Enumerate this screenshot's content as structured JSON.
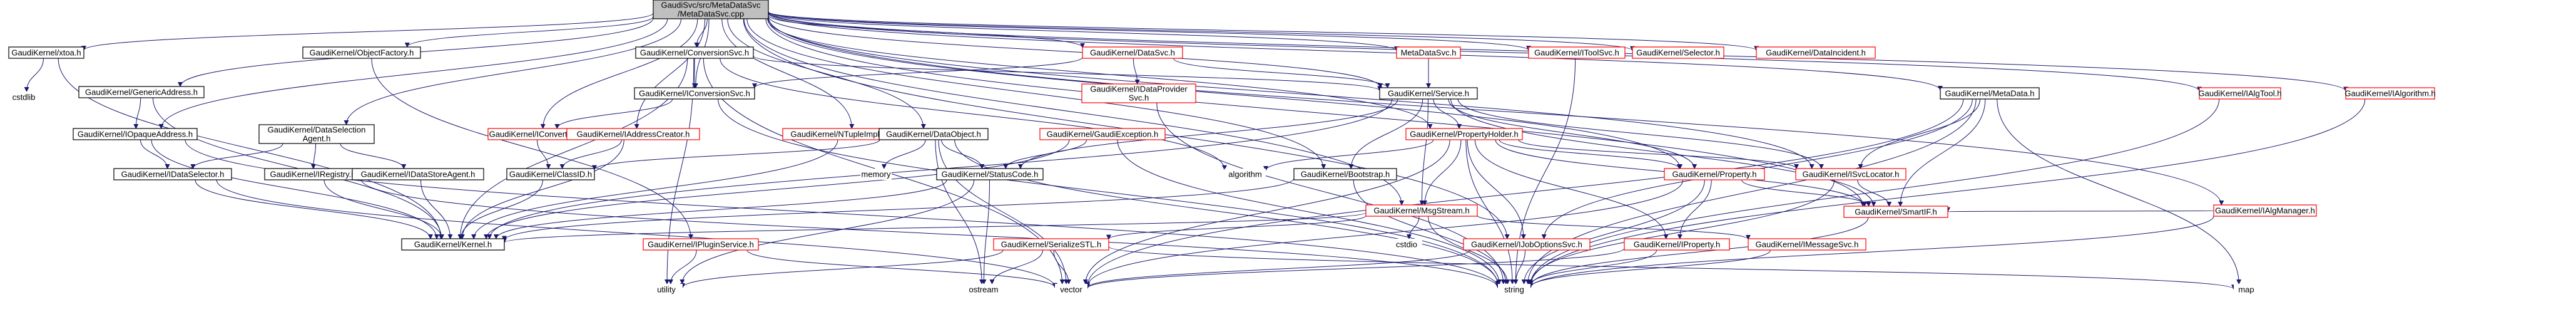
{
  "diagram": {
    "colors": {
      "edge": "#191970",
      "border_black": "#000000",
      "border_red": "#ff0000",
      "root_fill": "#bfbfbf",
      "node_fill": "#ffffff"
    },
    "nodes": [
      {
        "id": "root",
        "lines": [
          "GaudiSvc/src/MetaDataSvc",
          "/MetaDataSvc.cpp"
        ],
        "border": "black",
        "root": true
      },
      {
        "id": "xtoa",
        "lines": [
          "GaudiKernel/xtoa.h"
        ],
        "border": "black"
      },
      {
        "id": "cstdlib",
        "lines": [
          "cstdlib"
        ],
        "border": "none"
      },
      {
        "id": "genaddr",
        "lines": [
          "GaudiKernel/GenericAddress.h"
        ],
        "border": "black"
      },
      {
        "id": "opaque",
        "lines": [
          "GaudiKernel/IOpaqueAddress.h"
        ],
        "border": "black"
      },
      {
        "id": "idatasel",
        "lines": [
          "GaudiKernel/IDataSelector.h"
        ],
        "border": "black"
      },
      {
        "id": "kernel",
        "lines": [
          "GaudiKernel/Kernel.h"
        ],
        "border": "black"
      },
      {
        "id": "objfact",
        "lines": [
          "GaudiKernel/ObjectFactory.h"
        ],
        "border": "black"
      },
      {
        "id": "dsagent",
        "lines": [
          "GaudiKernel/DataSelection",
          "Agent.h"
        ],
        "border": "black"
      },
      {
        "id": "iregistry",
        "lines": [
          "GaudiKernel/IRegistry.h"
        ],
        "border": "black"
      },
      {
        "id": "idsagent",
        "lines": [
          "GaudiKernel/IDataStoreAgent.h"
        ],
        "border": "black"
      },
      {
        "id": "convsvc",
        "lines": [
          "GaudiKernel/ConversionSvc.h"
        ],
        "border": "black"
      },
      {
        "id": "iconvsvc",
        "lines": [
          "GaudiKernel/IConversionSvc.h"
        ],
        "border": "black"
      },
      {
        "id": "iconverter",
        "lines": [
          "GaudiKernel/IConverter.h"
        ],
        "border": "red"
      },
      {
        "id": "iaddrcreator",
        "lines": [
          "GaudiKernel/IAddressCreator.h"
        ],
        "border": "red"
      },
      {
        "id": "classid",
        "lines": [
          "GaudiKernel/ClassID.h"
        ],
        "border": "black"
      },
      {
        "id": "ipluginsvc",
        "lines": [
          "GaudiKernel/IPluginService.h"
        ],
        "border": "red"
      },
      {
        "id": "utility",
        "lines": [
          "utility"
        ],
        "border": "none"
      },
      {
        "id": "ntuple",
        "lines": [
          "GaudiKernel/NTupleImplementation.h"
        ],
        "border": "red"
      },
      {
        "id": "memory",
        "lines": [
          "memory"
        ],
        "border": "none"
      },
      {
        "id": "dataobj",
        "lines": [
          "GaudiKernel/DataObject.h"
        ],
        "border": "black"
      },
      {
        "id": "statuscode",
        "lines": [
          "GaudiKernel/StatusCode.h"
        ],
        "border": "black"
      },
      {
        "id": "ostream",
        "lines": [
          "ostream"
        ],
        "border": "none"
      },
      {
        "id": "datasvc",
        "lines": [
          "GaudiKernel/DataSvc.h"
        ],
        "border": "red"
      },
      {
        "id": "idataprov",
        "lines": [
          "GaudiKernel/IDataProvider",
          "Svc.h"
        ],
        "border": "red"
      },
      {
        "id": "gaudiexc",
        "lines": [
          "GaudiKernel/GaudiException.h"
        ],
        "border": "red"
      },
      {
        "id": "serialize",
        "lines": [
          "GaudiKernel/SerializeSTL.h"
        ],
        "border": "red"
      },
      {
        "id": "vector",
        "lines": [
          "vector"
        ],
        "border": "none"
      },
      {
        "id": "algorithm",
        "lines": [
          "algorithm"
        ],
        "border": "none"
      },
      {
        "id": "metadatasvch",
        "lines": [
          "MetaDataSvc.h"
        ],
        "border": "red"
      },
      {
        "id": "service",
        "lines": [
          "GaudiKernel/Service.h"
        ],
        "border": "black"
      },
      {
        "id": "bootstrap",
        "lines": [
          "GaudiKernel/Bootstrap.h"
        ],
        "border": "black"
      },
      {
        "id": "propholder",
        "lines": [
          "GaudiKernel/PropertyHolder.h"
        ],
        "border": "red"
      },
      {
        "id": "msgstream",
        "lines": [
          "GaudiKernel/MsgStream.h"
        ],
        "border": "red"
      },
      {
        "id": "cstdio",
        "lines": [
          "cstdio"
        ],
        "border": "none"
      },
      {
        "id": "ijoboptsvc",
        "lines": [
          "GaudiKernel/IJobOptionsSvc.h"
        ],
        "border": "red"
      },
      {
        "id": "string",
        "lines": [
          "string"
        ],
        "border": "none"
      },
      {
        "id": "property",
        "lines": [
          "GaudiKernel/Property.h"
        ],
        "border": "red"
      },
      {
        "id": "iproperty",
        "lines": [
          "GaudiKernel/IProperty.h"
        ],
        "border": "red"
      },
      {
        "id": "imessagesvc",
        "lines": [
          "GaudiKernel/IMessageSvc.h"
        ],
        "border": "red"
      },
      {
        "id": "isvclocator",
        "lines": [
          "GaudiKernel/ISvcLocator.h"
        ],
        "border": "red"
      },
      {
        "id": "smartif",
        "lines": [
          "GaudiKernel/SmartIF.h"
        ],
        "border": "red"
      },
      {
        "id": "itoolsvc",
        "lines": [
          "GaudiKernel/IToolSvc.h"
        ],
        "border": "red"
      },
      {
        "id": "iselector",
        "lines": [
          "GaudiKernel/Selector.h"
        ],
        "border": "red"
      },
      {
        "id": "dataincident",
        "lines": [
          "GaudiKernel/DataIncident.h"
        ],
        "border": "red"
      },
      {
        "id": "metadatah",
        "lines": [
          "GaudiKernel/MetaData.h"
        ],
        "border": "black"
      },
      {
        "id": "ialgtool",
        "lines": [
          "GaudiKernel/IAlgTool.h"
        ],
        "border": "red"
      },
      {
        "id": "ialgorithm",
        "lines": [
          "GaudiKernel/IAlgorithm.h"
        ],
        "border": "red"
      },
      {
        "id": "ialgmanager",
        "lines": [
          "GaudiKernel/IAlgManager.h"
        ],
        "border": "red"
      },
      {
        "id": "map",
        "lines": [
          "map"
        ],
        "border": "none"
      }
    ],
    "edges": [
      [
        "root",
        "xtoa"
      ],
      [
        "root",
        "genaddr"
      ],
      [
        "root",
        "objfact"
      ],
      [
        "root",
        "dsagent"
      ],
      [
        "root",
        "convsvc"
      ],
      [
        "root",
        "iconvsvc"
      ],
      [
        "root",
        "iconverter"
      ],
      [
        "root",
        "iaddrcreator"
      ],
      [
        "root",
        "ntuple"
      ],
      [
        "root",
        "dataobj"
      ],
      [
        "root",
        "datasvc"
      ],
      [
        "root",
        "metadatasvch"
      ],
      [
        "root",
        "service"
      ],
      [
        "root",
        "bootstrap"
      ],
      [
        "root",
        "propholder"
      ],
      [
        "root",
        "property"
      ],
      [
        "root",
        "msgstream"
      ],
      [
        "root",
        "isvclocator"
      ],
      [
        "root",
        "itoolsvc"
      ],
      [
        "root",
        "iselector"
      ],
      [
        "root",
        "dataincident"
      ],
      [
        "root",
        "metadatah"
      ],
      [
        "root",
        "ialgtool"
      ],
      [
        "root",
        "ialgorithm"
      ],
      [
        "root",
        "ialgmanager"
      ],
      [
        "root",
        "smartif"
      ],
      [
        "root",
        "opaque"
      ],
      [
        "root",
        "ijoboptsvc"
      ],
      [
        "xtoa",
        "cstdlib"
      ],
      [
        "xtoa",
        "kernel"
      ],
      [
        "genaddr",
        "opaque"
      ],
      [
        "genaddr",
        "kernel"
      ],
      [
        "opaque",
        "idatasel"
      ],
      [
        "opaque",
        "kernel"
      ],
      [
        "opaque",
        "string"
      ],
      [
        "idatasel",
        "kernel"
      ],
      [
        "idatasel",
        "vector"
      ],
      [
        "objfact",
        "ipluginsvc"
      ],
      [
        "dsagent",
        "iregistry"
      ],
      [
        "dsagent",
        "idsagent"
      ],
      [
        "dsagent",
        "idatasel"
      ],
      [
        "iregistry",
        "kernel"
      ],
      [
        "iregistry",
        "string"
      ],
      [
        "idsagent",
        "kernel"
      ],
      [
        "convsvc",
        "iconvsvc"
      ],
      [
        "convsvc",
        "service"
      ],
      [
        "convsvc",
        "kernel"
      ],
      [
        "convsvc",
        "algorithm"
      ],
      [
        "convsvc",
        "vector"
      ],
      [
        "convsvc",
        "utility"
      ],
      [
        "iconvsvc",
        "iconverter"
      ],
      [
        "iconvsvc",
        "string"
      ],
      [
        "iconverter",
        "classid"
      ],
      [
        "iaddrcreator",
        "classid"
      ],
      [
        "iaddrcreator",
        "kernel"
      ],
      [
        "classid",
        "kernel"
      ],
      [
        "ipluginsvc",
        "utility"
      ],
      [
        "ipluginsvc",
        "vector"
      ],
      [
        "ntuple",
        "dataobj"
      ],
      [
        "ntuple",
        "kernel"
      ],
      [
        "dataobj",
        "statuscode"
      ],
      [
        "dataobj",
        "classid"
      ],
      [
        "dataobj",
        "memory"
      ],
      [
        "dataobj",
        "ostream"
      ],
      [
        "dataobj",
        "string"
      ],
      [
        "dataobj",
        "vector"
      ],
      [
        "statuscode",
        "kernel"
      ],
      [
        "statuscode",
        "ostream"
      ],
      [
        "statuscode",
        "utility"
      ],
      [
        "datasvc",
        "iconvsvc"
      ],
      [
        "datasvc",
        "service"
      ],
      [
        "datasvc",
        "idataprov"
      ],
      [
        "idataprov",
        "string"
      ],
      [
        "gaudiexc",
        "statuscode"
      ],
      [
        "gaudiexc",
        "string"
      ],
      [
        "gaudiexc",
        "kernel"
      ],
      [
        "serialize",
        "ostream"
      ],
      [
        "serialize",
        "vector"
      ],
      [
        "serialize",
        "map"
      ],
      [
        "serialize",
        "utility"
      ],
      [
        "metadatasvch",
        "service"
      ],
      [
        "service",
        "propholder"
      ],
      [
        "service",
        "property"
      ],
      [
        "service",
        "isvclocator"
      ],
      [
        "service",
        "smartif"
      ],
      [
        "service",
        "bootstrap"
      ],
      [
        "service",
        "msgstream"
      ],
      [
        "service",
        "kernel"
      ],
      [
        "service",
        "statuscode"
      ],
      [
        "bootstrap",
        "string"
      ],
      [
        "bootstrap",
        "kernel"
      ],
      [
        "propholder",
        "property"
      ],
      [
        "propholder",
        "iproperty"
      ],
      [
        "propholder",
        "msgstream"
      ],
      [
        "propholder",
        "ijoboptsvc"
      ],
      [
        "propholder",
        "algorithm"
      ],
      [
        "propholder",
        "smartif"
      ],
      [
        "propholder",
        "vector"
      ],
      [
        "propholder",
        "string"
      ],
      [
        "propholder",
        "isvclocator"
      ],
      [
        "msgstream",
        "imessagesvc"
      ],
      [
        "msgstream",
        "serialize"
      ],
      [
        "msgstream",
        "cstdio"
      ],
      [
        "msgstream",
        "string"
      ],
      [
        "msgstream",
        "kernel"
      ],
      [
        "ijoboptsvc",
        "string"
      ],
      [
        "ijoboptsvc",
        "vector"
      ],
      [
        "property",
        "iproperty"
      ],
      [
        "property",
        "smartif"
      ],
      [
        "property",
        "string"
      ],
      [
        "property",
        "vector"
      ],
      [
        "iproperty",
        "string"
      ],
      [
        "iproperty",
        "vector"
      ],
      [
        "imessagesvc",
        "string"
      ],
      [
        "isvclocator",
        "smartif"
      ],
      [
        "isvclocator",
        "string"
      ],
      [
        "smartif",
        "string"
      ],
      [
        "itoolsvc",
        "string"
      ],
      [
        "metadatah",
        "isvclocator"
      ],
      [
        "metadatah",
        "map"
      ],
      [
        "metadatah",
        "string"
      ],
      [
        "metadatah",
        "smartif"
      ],
      [
        "metadatah",
        "ijoboptsvc"
      ],
      [
        "metadatah",
        "vector"
      ],
      [
        "ialgtool",
        "string"
      ],
      [
        "ialgorithm",
        "string"
      ],
      [
        "ialgmanager",
        "smartif"
      ],
      [
        "ialgmanager",
        "string"
      ]
    ]
  }
}
